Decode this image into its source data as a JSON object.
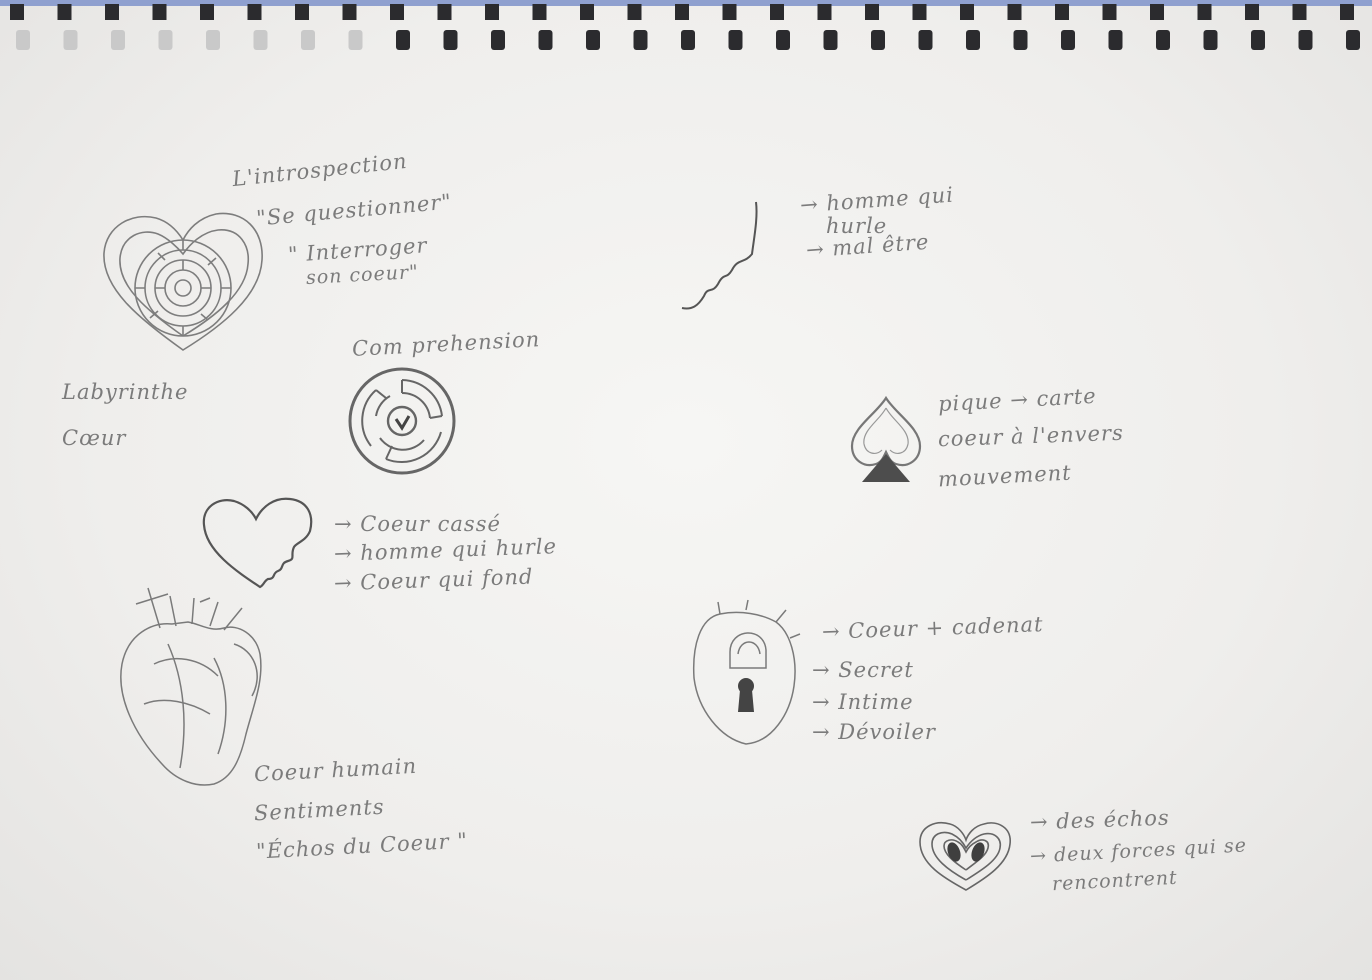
{
  "colors": {
    "paper": "#f3f3f1",
    "pencil": "#7b7b7b",
    "spiral_dark": "#2b2b2e",
    "spiral_blue": "#7a8fc4"
  },
  "labyrinth": {
    "title": "L'introspection",
    "quote1": "\"Se questionner\"",
    "quote2a": "\" Interroger",
    "quote2b": "son coeur\"",
    "label1": "Labyrinthe",
    "label2": "Cœur",
    "icon": "heart-maze-icon"
  },
  "comprehension": {
    "label": "Com prehension",
    "icon": "circular-maze-keyhole-icon"
  },
  "broken_heart": {
    "icon": "broken-heart-face-icon",
    "notes": [
      "→ Coeur cassé",
      "→ homme qui hurle",
      "→ Coeur qui fond"
    ]
  },
  "human_heart": {
    "icon": "anatomical-heart-icon",
    "label1": "Coeur humain",
    "label2": "Sentiments",
    "label3": "\"Échos du Coeur \""
  },
  "scream_line": {
    "icon": "scream-wave-icon",
    "note1a": "→ homme qui",
    "note1b": "hurle",
    "note2": "→ mal être"
  },
  "spade": {
    "icon": "spade-heart-icon",
    "line1": "pique → carte",
    "line2": "coeur à l'envers",
    "line3": "mouvement"
  },
  "padlock_heart": {
    "icon": "heart-keyhole-icon",
    "notes": [
      "→ Coeur + cadenat",
      "→ Secret",
      "→ Intime",
      "→ Dévoiler"
    ]
  },
  "echo_heart": {
    "icon": "echo-heart-icon",
    "note1": "→ des échos",
    "note2a": "→ deux forces qui se",
    "note2b": "rencontrent"
  }
}
